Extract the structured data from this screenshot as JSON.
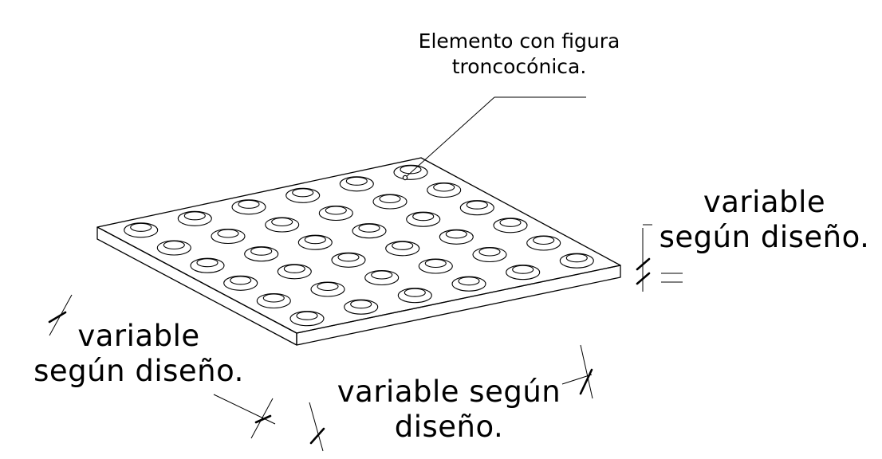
{
  "callout": {
    "line1": "Elemento con figura",
    "line2": "troncocónica."
  },
  "dimensions": {
    "thickness": {
      "line1": "variable",
      "line2": "según diseño."
    },
    "depth": {
      "line1": "variable",
      "line2": "según diseño."
    },
    "width": {
      "line1": "variable según",
      "line2": "diseño."
    }
  },
  "grid": {
    "rows": 6,
    "cols": 6
  },
  "colors": {
    "ink": "#000000",
    "paper": "#ffffff"
  }
}
